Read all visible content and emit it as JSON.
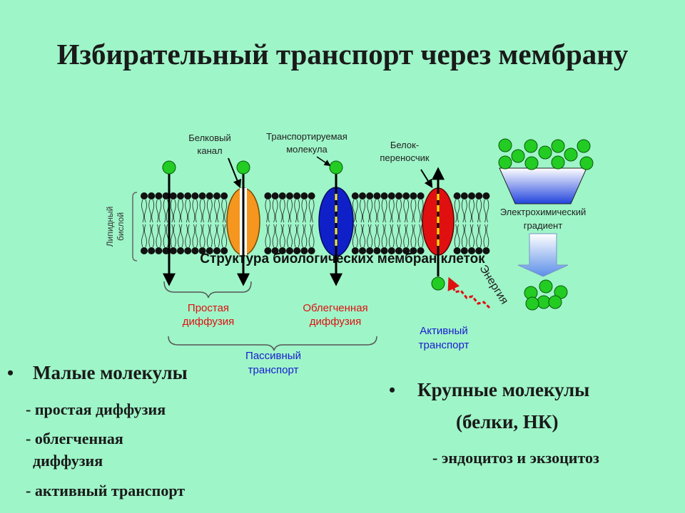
{
  "title": "Избирательный транспорт через мембрану",
  "diagram": {
    "label_protein_channel_1": "Белковый",
    "label_protein_channel_2": "канал",
    "label_transported_1": "Транспортируемая",
    "label_transported_2": "молекула",
    "label_carrier_1": "Белок-",
    "label_carrier_2": "переносчик",
    "label_bilayer_1": "Липидный",
    "label_bilayer_2": "бислой",
    "label_gradient_1": "Электрохимический",
    "label_gradient_2": "градиент",
    "overlay_title": "Структура биологических мембран клеток",
    "label_energy": "Энергия",
    "label_simple_1": "Простая",
    "label_simple_2": "диффузия",
    "label_facilitated_1": "Облегченная",
    "label_facilitated_2": "диффузия",
    "label_passive_1": "Пассивный",
    "label_passive_2": "транспорт",
    "label_active_1": "Активный",
    "label_active_2": "транспорт"
  },
  "colors": {
    "background": "#9ef5c8",
    "molecule": "#22cc22",
    "channel": "#f5961e",
    "facilitated_protein": "#1020c8",
    "carrier": "#e01010",
    "red_label": "#e01010",
    "blue_label": "#1a1ad0"
  },
  "bullets": {
    "small_title": "Малые молекулы",
    "small_item1": "- простая диффузия",
    "small_item2a": "- облегченная",
    "small_item2b": "диффузия",
    "small_item3": "- активный транспорт",
    "large_title": "Крупные молекулы",
    "large_subtitle": "(белки, НК)",
    "large_item": "- эндоцитоз и экзоцитоз"
  }
}
